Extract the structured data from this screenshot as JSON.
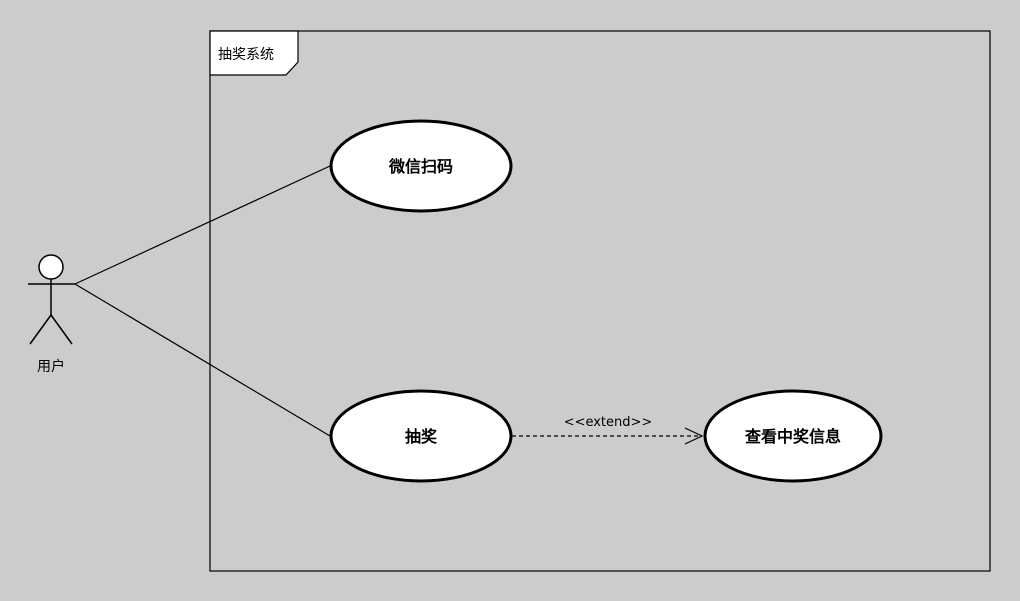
{
  "system": {
    "title": "抽奖系统"
  },
  "actor": {
    "name": "用户"
  },
  "use_cases": {
    "wechat_scan": "微信扫码",
    "lottery": "抽奖",
    "view_prize_info": "查看中奖信息"
  },
  "relationships": {
    "extend_label": "<<extend>>"
  },
  "colors": {
    "background": "#cccccc",
    "stroke": "#000000",
    "fill": "#ffffff"
  }
}
